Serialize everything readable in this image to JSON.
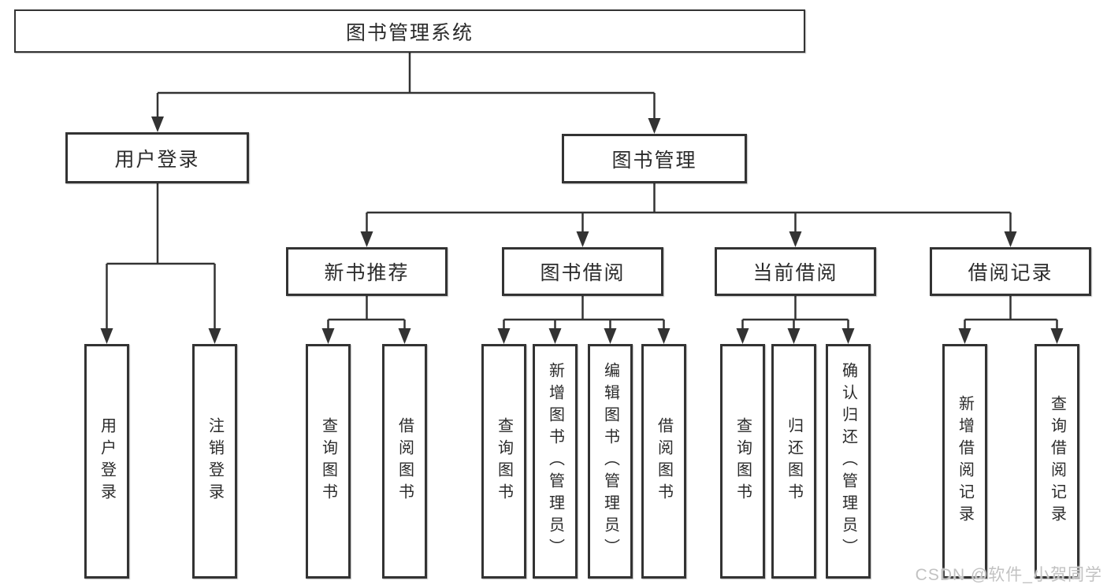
{
  "tree": {
    "label": "图书管理系统",
    "children": [
      {
        "label": "用户登录",
        "children": [
          {
            "label": "用户登录"
          },
          {
            "label": "注销登录"
          }
        ]
      },
      {
        "label": "图书管理",
        "children": [
          {
            "label": "新书推荐",
            "children": [
              {
                "label": "查询图书"
              },
              {
                "label": "借阅图书"
              }
            ]
          },
          {
            "label": "图书借阅",
            "children": [
              {
                "label": "查询图书"
              },
              {
                "label": "新增图书（管理员）"
              },
              {
                "label": "编辑图书（管理员）"
              },
              {
                "label": "借阅图书"
              }
            ]
          },
          {
            "label": "当前借阅",
            "children": [
              {
                "label": "查询图书"
              },
              {
                "label": "归还图书"
              },
              {
                "label": "确认归还（管理员）"
              }
            ]
          },
          {
            "label": "借阅记录",
            "children": [
              {
                "label": "新增借阅记录"
              },
              {
                "label": "查询借阅记录"
              }
            ]
          }
        ]
      }
    ]
  },
  "watermark": {
    "text": "CSDN @软件_小贺同学"
  },
  "colors": {
    "line": "#333333",
    "text": "#2b2b2b",
    "background": "#ffffff",
    "watermark": "#c2c2c2"
  }
}
